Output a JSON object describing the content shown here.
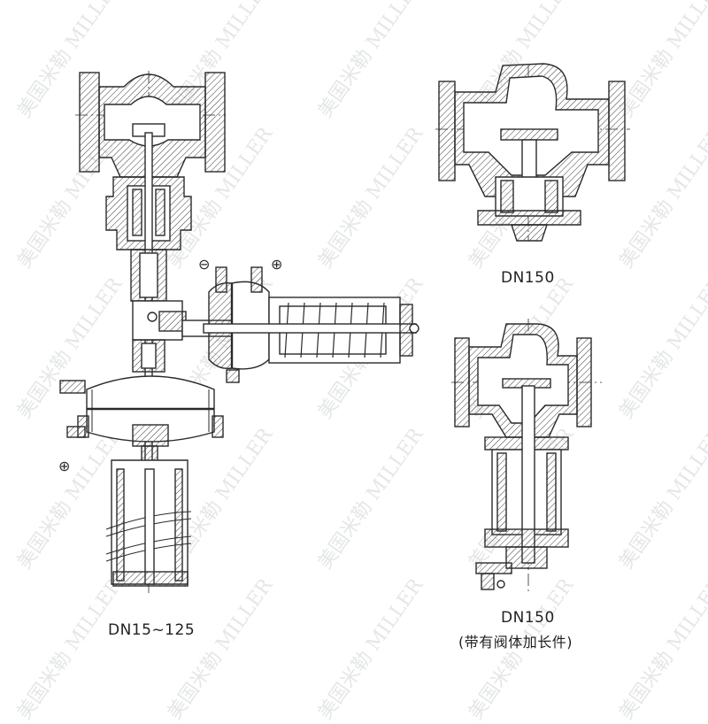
{
  "labels": {
    "left": "DN15~125",
    "top_right": "DN150",
    "bottom_right": "DN150",
    "bottom_right_note": "(带有阀体加长件)"
  },
  "watermark": "美国米勒 MILLER",
  "symbols": {
    "minus": "⊖",
    "plus": "⊕"
  },
  "colors": {
    "line": "#2a2a2a",
    "hatch": "#3a3a3a",
    "watermark": "#cfd3d6"
  }
}
